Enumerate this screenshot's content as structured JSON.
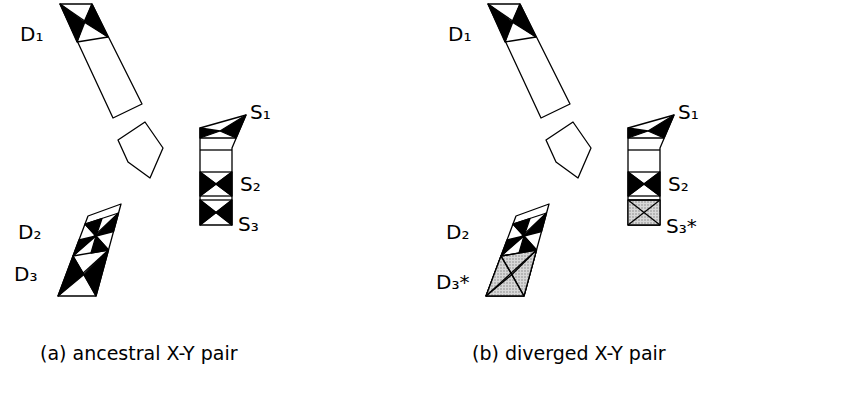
{
  "diagram": {
    "labels": [
      "D₁",
      "S₁",
      "S₂",
      "S₃",
      "D₂",
      "D₃",
      "(a) ancestral X-Y pair",
      "D₁",
      "S₁",
      "S₂",
      "S₃*",
      "D₂",
      "D₃*",
      "(b) diverged X-Y pair"
    ]
  }
}
